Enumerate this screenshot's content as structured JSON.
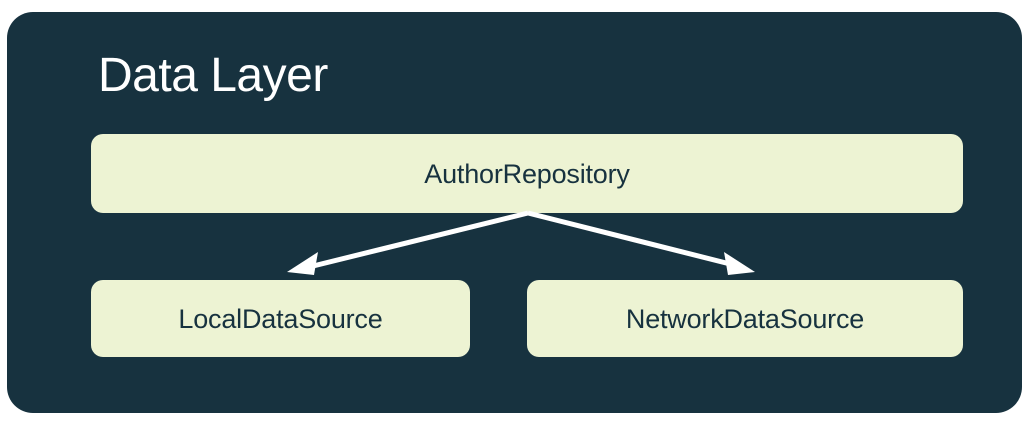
{
  "diagram": {
    "title": "Data Layer",
    "panel_color": "#17323F",
    "node_color": "#EDF3D3",
    "node_text_color": "#17323F",
    "title_color": "#FFFFFF",
    "connector_color": "#FFFFFF",
    "nodes": [
      {
        "id": "repository",
        "label": "AuthorRepository"
      },
      {
        "id": "local",
        "label": "LocalDataSource"
      },
      {
        "id": "network",
        "label": "NetworkDataSource"
      }
    ],
    "connectors": [
      {
        "id": "repository-to-local",
        "from": "repository",
        "to": "local",
        "style": "arrow"
      },
      {
        "id": "repository-to-network",
        "from": "repository",
        "to": "network",
        "style": "arrow"
      }
    ]
  }
}
